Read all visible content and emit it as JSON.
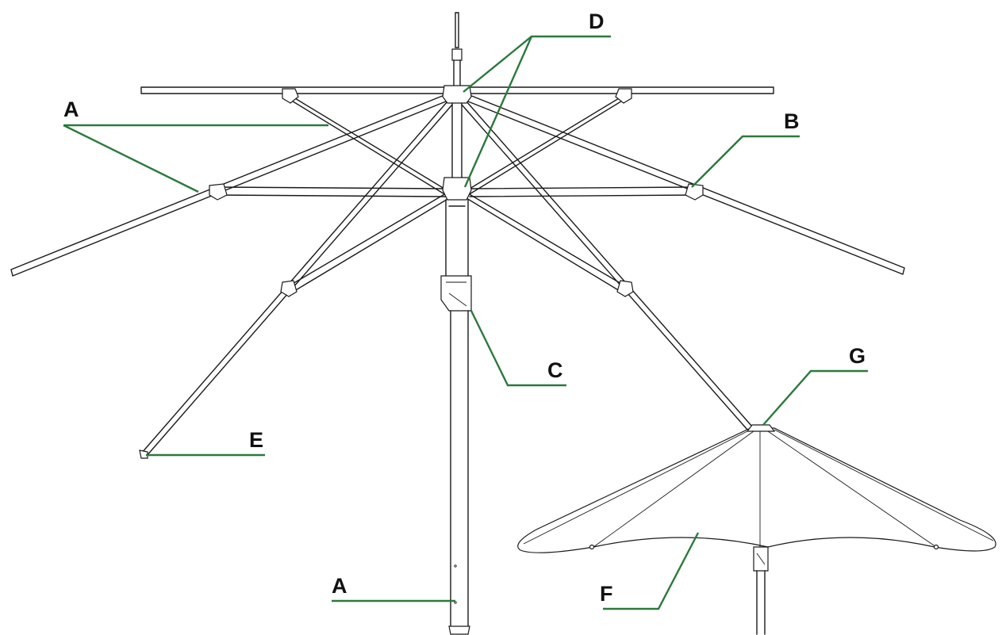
{
  "labels": {
    "A_top": "A",
    "A_bottom": "A",
    "B": "B",
    "C": "C",
    "D": "D",
    "E": "E",
    "F": "F",
    "G": "G"
  },
  "colors": {
    "leader_line": "#2a7a3c",
    "drawing_line": "#1a1a1a",
    "label_text": "#111111",
    "background": "#ffffff"
  }
}
